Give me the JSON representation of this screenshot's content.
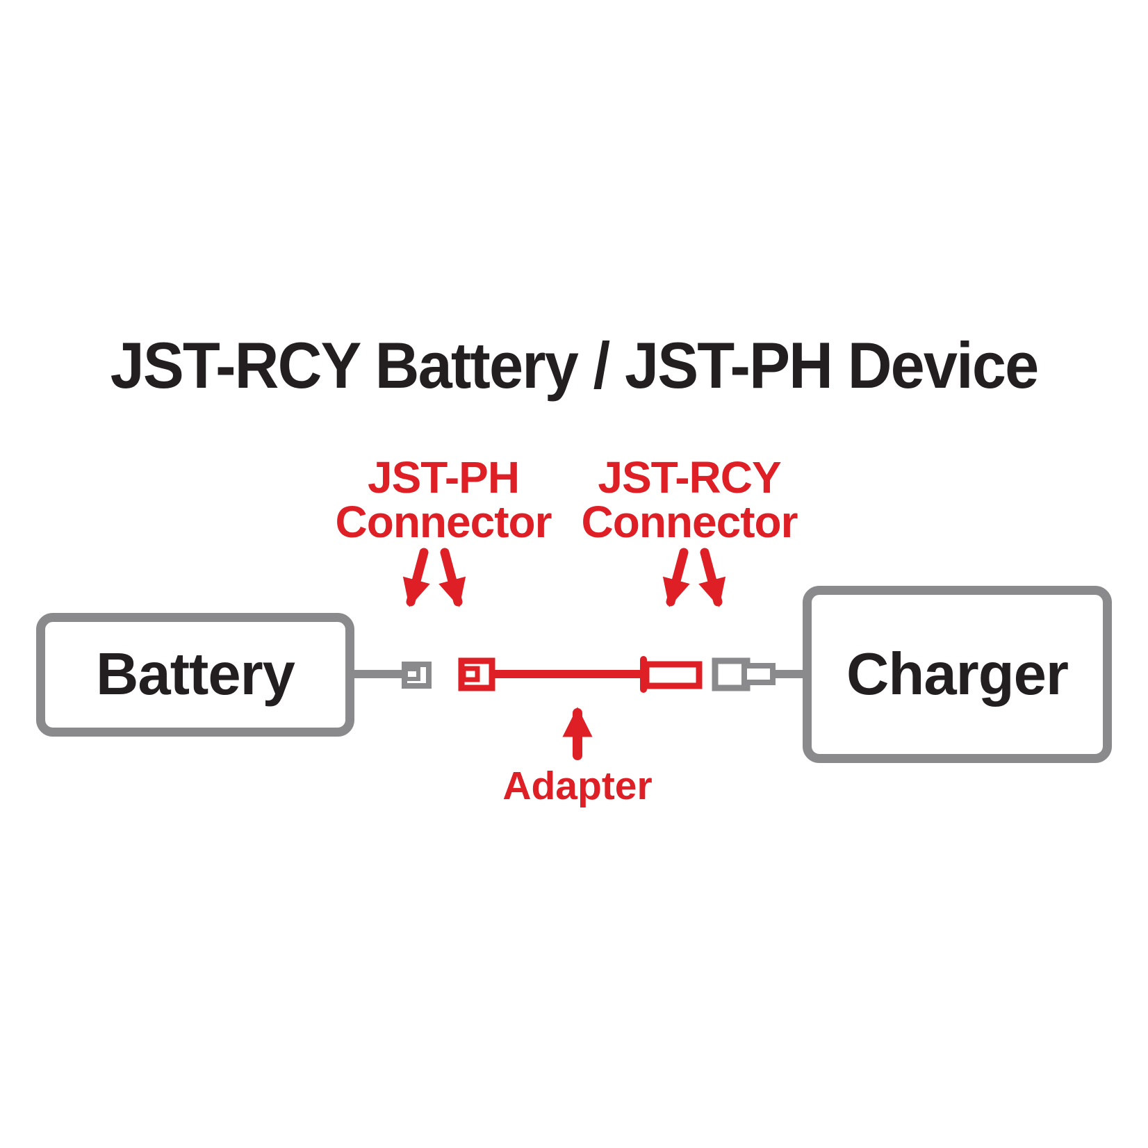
{
  "title": "JST-RCY Battery / JST-PH Device",
  "labels": {
    "jst_ph": {
      "line1": "JST-PH",
      "line2": "Connector"
    },
    "jst_rcy": {
      "line1": "JST-RCY",
      "line2": "Connector"
    },
    "adapter": "Adapter"
  },
  "nodes": {
    "battery": "Battery",
    "charger": "Charger"
  },
  "icons": {
    "label_arrows": "red-down-arrow-icons-pointing-to-connectors",
    "adapter_arrow": "red-up-arrow-icon-pointing-to-adapter"
  },
  "colors": {
    "red": "#DE1F26",
    "gray": "#8A8A8D",
    "black": "#231F20",
    "background": "#FFFFFF"
  }
}
